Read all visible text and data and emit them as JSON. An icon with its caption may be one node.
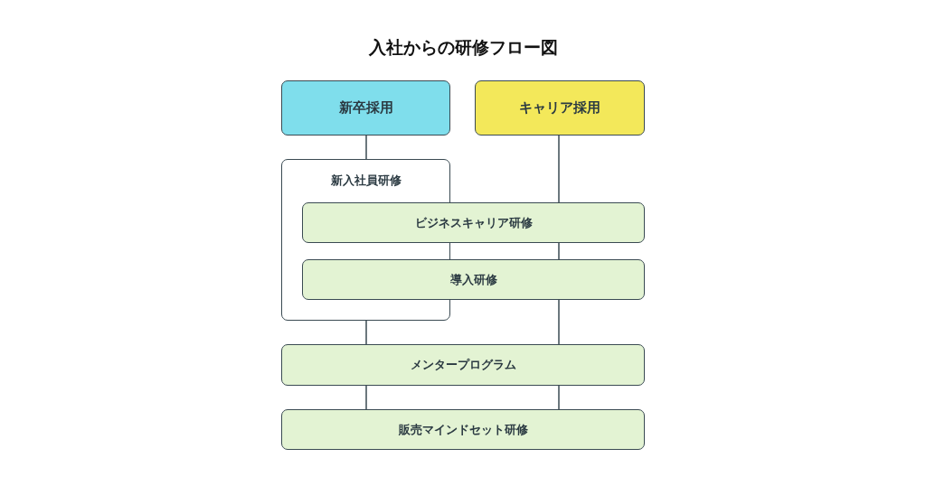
{
  "diagram": {
    "title": "入社からの研修フロー図",
    "nodes": [
      {
        "text": [
          "新卒採用"
        ]
      },
      {
        "text": [
          "キャリア採用"
        ]
      },
      {
        "text": [
          "新入社員研修"
        ]
      },
      {
        "text": [
          "ビジネスキャリア研修"
        ]
      },
      {
        "text": [
          "導入研修"
        ]
      },
      {
        "text": [
          "メンタープログラム"
        ]
      },
      {
        "text": [
          "販売マインドセット研修"
        ]
      }
    ],
    "edges": [
      {
        "from": 0,
        "to": 2,
        "arrow": "none"
      },
      {
        "from": 1,
        "to": 3,
        "arrow": "none"
      },
      {
        "from": 3,
        "to": 4,
        "arrow": "none"
      },
      {
        "from": 2,
        "to": 5,
        "arrow": "none"
      },
      {
        "from": 4,
        "to": 5,
        "arrow": "none"
      },
      {
        "from": 5,
        "to": 6,
        "arrow": "none"
      },
      {
        "from": 5,
        "to": 6,
        "arrow": "none"
      }
    ]
  }
}
